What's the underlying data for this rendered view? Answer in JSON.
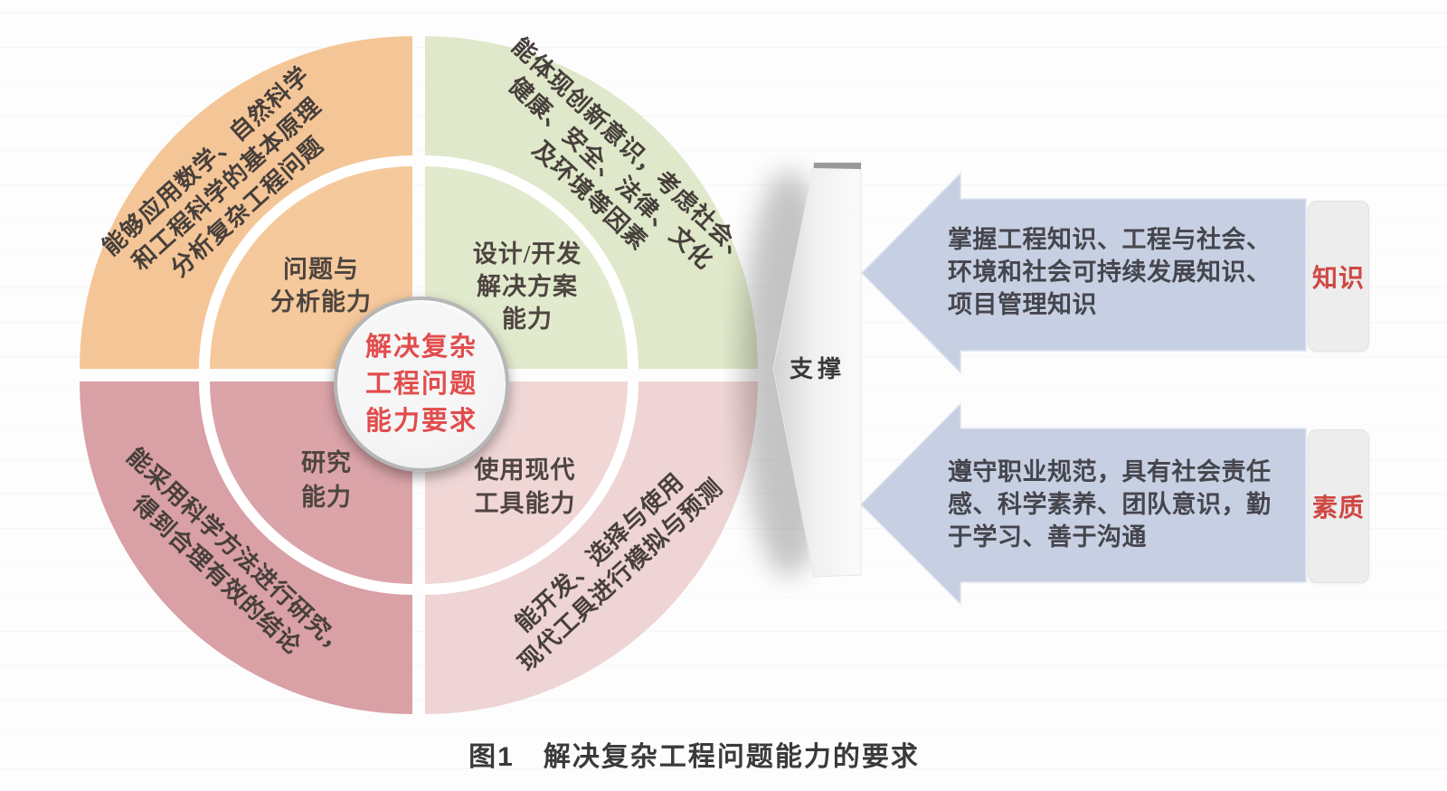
{
  "caption": "图1　解决复杂工程问题能力的要求",
  "center_circle": {
    "lines": [
      "解决复杂",
      "工程问题",
      "能力要求"
    ],
    "text_color": "#e24c4c"
  },
  "quadrants": [
    {
      "id": "problem-analysis",
      "position": "top-left",
      "color": "#f4c697",
      "outer_lines": [
        "能够应用数学、自然科学",
        "和工程科学的基本原理",
        "分析复杂工程问题"
      ],
      "label_lines": [
        "问题与",
        "分析能力"
      ]
    },
    {
      "id": "design-develop",
      "position": "top-right",
      "color": "#dfe8ca",
      "outer_lines": [
        "能体现创新意识，考虑社会、",
        "健康、安全、法律、文化",
        "及环境等因素"
      ],
      "label_lines": [
        "设计/开发",
        "解决方案",
        "能力"
      ]
    },
    {
      "id": "research",
      "position": "bottom-left",
      "color": "#d9a0a5",
      "outer_lines": [
        "能采用科学方法进行研究，",
        "得到合理有效的结论"
      ],
      "label_lines": [
        "研究",
        "能力"
      ]
    },
    {
      "id": "modern-tools",
      "position": "bottom-right",
      "color": "#eed4d4",
      "outer_lines": [
        "能开发、选择与使用",
        "现代工具进行模拟与预测"
      ],
      "label_lines": [
        "使用现代",
        "工具能力"
      ]
    }
  ],
  "support_panel": {
    "label": "支撑"
  },
  "arrows": [
    {
      "id": "knowledge",
      "lines": [
        "掌握工程知识、工程与社会、",
        "环境和社会可持续发展知识、",
        "项目管理知识"
      ],
      "tag": "知识"
    },
    {
      "id": "quality",
      "lines": [
        "遵守职业规范，具有社会责任",
        "感、科学素养、团队意识，勤",
        "于学习、善于沟通"
      ],
      "tag": "素质"
    }
  ],
  "colors": {
    "quadrant_top_left": "#f4c697",
    "quadrant_top_right": "#dfe8ca",
    "quadrant_bottom_left": "#d9a0a5",
    "quadrant_bottom_right": "#eed4d4",
    "arrow_fill": "#c7d0e2",
    "tag_box_fill": "#ededed",
    "tag_text_red": "#cf4743",
    "center_text_red": "#e24c4c"
  }
}
